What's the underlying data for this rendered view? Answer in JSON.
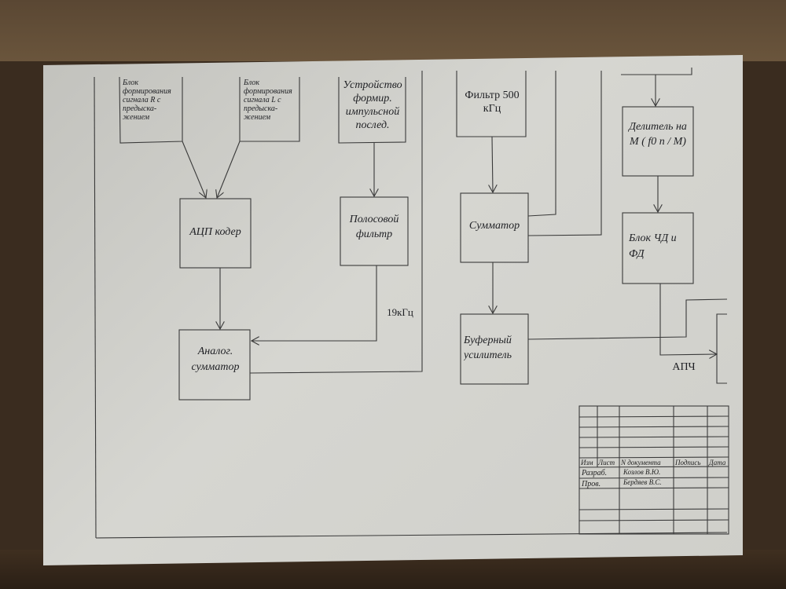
{
  "diagram": {
    "blocks": {
      "form_r": "Блок формирования сигнала R с предыска-жением",
      "form_l": "Блок формирования сигнала L с предыска-жением",
      "pulse": "Устройство формир. импульсной послед.",
      "filter500": "Фильтр 500 кГц",
      "divider": "Делитель на М ( f0 п / М)",
      "adc": "АЦП кодер",
      "bandpass": "Полосовой фильтр",
      "summ": "Сумматор",
      "fd": "Блок ЧД и ФД",
      "analog_summ": "Аналог. сумматор",
      "buffer": "Буферный усилитель"
    },
    "labels": {
      "freq19": "19кГц",
      "apch": "АПЧ"
    }
  },
  "title_block": {
    "headers": [
      "Изм",
      "Лист",
      "N документа",
      "Подпись",
      "Дата"
    ],
    "rows": [
      {
        "role": "Разраб.",
        "name": "Козлов В.Ю."
      },
      {
        "role": "Пров.",
        "name": "Бердяев В.С."
      }
    ]
  }
}
